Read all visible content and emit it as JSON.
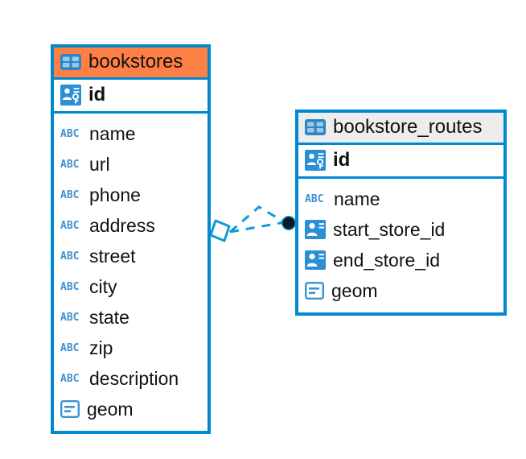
{
  "diagram": {
    "type": "er-diagram",
    "background_color": "#ffffff",
    "accent_color": "#0089cf",
    "selected_header_color": "#ff8044",
    "unselected_header_color": "#ededed",
    "icon_color": "#3d92d0"
  },
  "entities": [
    {
      "name": "bookstores",
      "selected": true,
      "header_icon": "table-icon",
      "primary_key": {
        "label": "id",
        "icon": "primary-key-icon"
      },
      "fields": [
        {
          "label": "name",
          "icon": "text-type-icon"
        },
        {
          "label": "url",
          "icon": "text-type-icon"
        },
        {
          "label": "phone",
          "icon": "text-type-icon"
        },
        {
          "label": "address",
          "icon": "text-type-icon"
        },
        {
          "label": "street",
          "icon": "text-type-icon"
        },
        {
          "label": "city",
          "icon": "text-type-icon"
        },
        {
          "label": "state",
          "icon": "text-type-icon"
        },
        {
          "label": "zip",
          "icon": "text-type-icon"
        },
        {
          "label": "description",
          "icon": "text-type-icon"
        },
        {
          "label": "geom",
          "icon": "geometry-type-icon"
        }
      ]
    },
    {
      "name": "bookstore_routes",
      "selected": false,
      "header_icon": "table-icon",
      "primary_key": {
        "label": "id",
        "icon": "primary-key-icon"
      },
      "fields": [
        {
          "label": "name",
          "icon": "text-type-icon"
        },
        {
          "label": "start_store_id",
          "icon": "foreign-key-icon"
        },
        {
          "label": "end_store_id",
          "icon": "foreign-key-icon"
        },
        {
          "label": "geom",
          "icon": "geometry-type-icon"
        }
      ]
    }
  ],
  "relationship": {
    "style": "dashed",
    "color": "#0f9bd7",
    "source_notation": "crows-foot-many",
    "target_notation": "filled-circle-one"
  },
  "icon_labels": {
    "text_type": "ABC"
  }
}
